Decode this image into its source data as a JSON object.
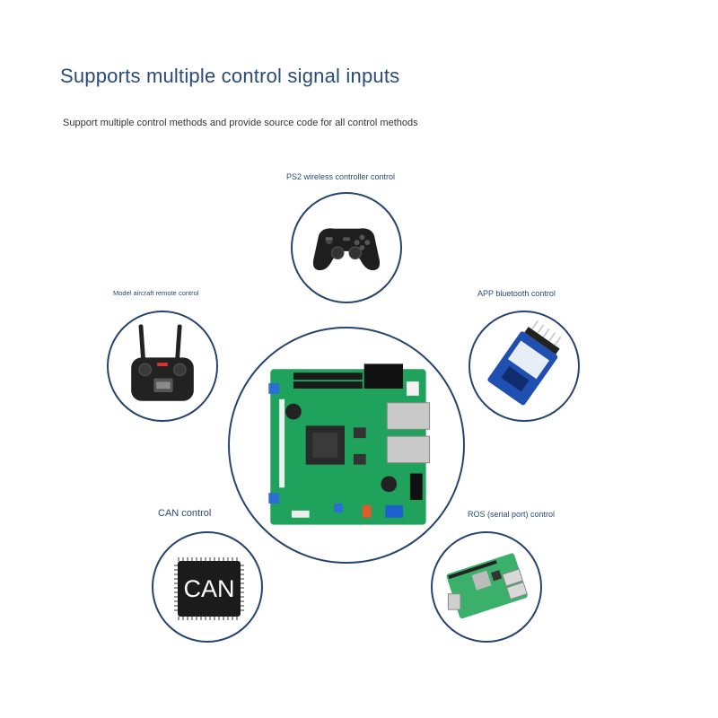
{
  "header": {
    "title": "Supports multiple control signal inputs",
    "subtitle": "Support multiple control methods and provide source code for all control methods"
  },
  "methods": {
    "ps2": {
      "label": "PS2 wireless controller control",
      "icon": "gamepad-icon"
    },
    "rc": {
      "label": "Model aircraft remote control",
      "icon": "rc-transmitter-icon"
    },
    "bluetooth": {
      "label": "APP bluetooth control",
      "icon": "bluetooth-module-icon"
    },
    "can": {
      "label": "CAN control",
      "chip_text": "CAN",
      "icon": "can-chip-icon"
    },
    "ros": {
      "label": "ROS (serial port) control",
      "icon": "raspberry-pi-icon"
    }
  },
  "center": {
    "icon": "controller-board-icon"
  },
  "colors": {
    "accent": "#2a4a78",
    "border": "#27456e",
    "pcb": "#1fa35c"
  }
}
